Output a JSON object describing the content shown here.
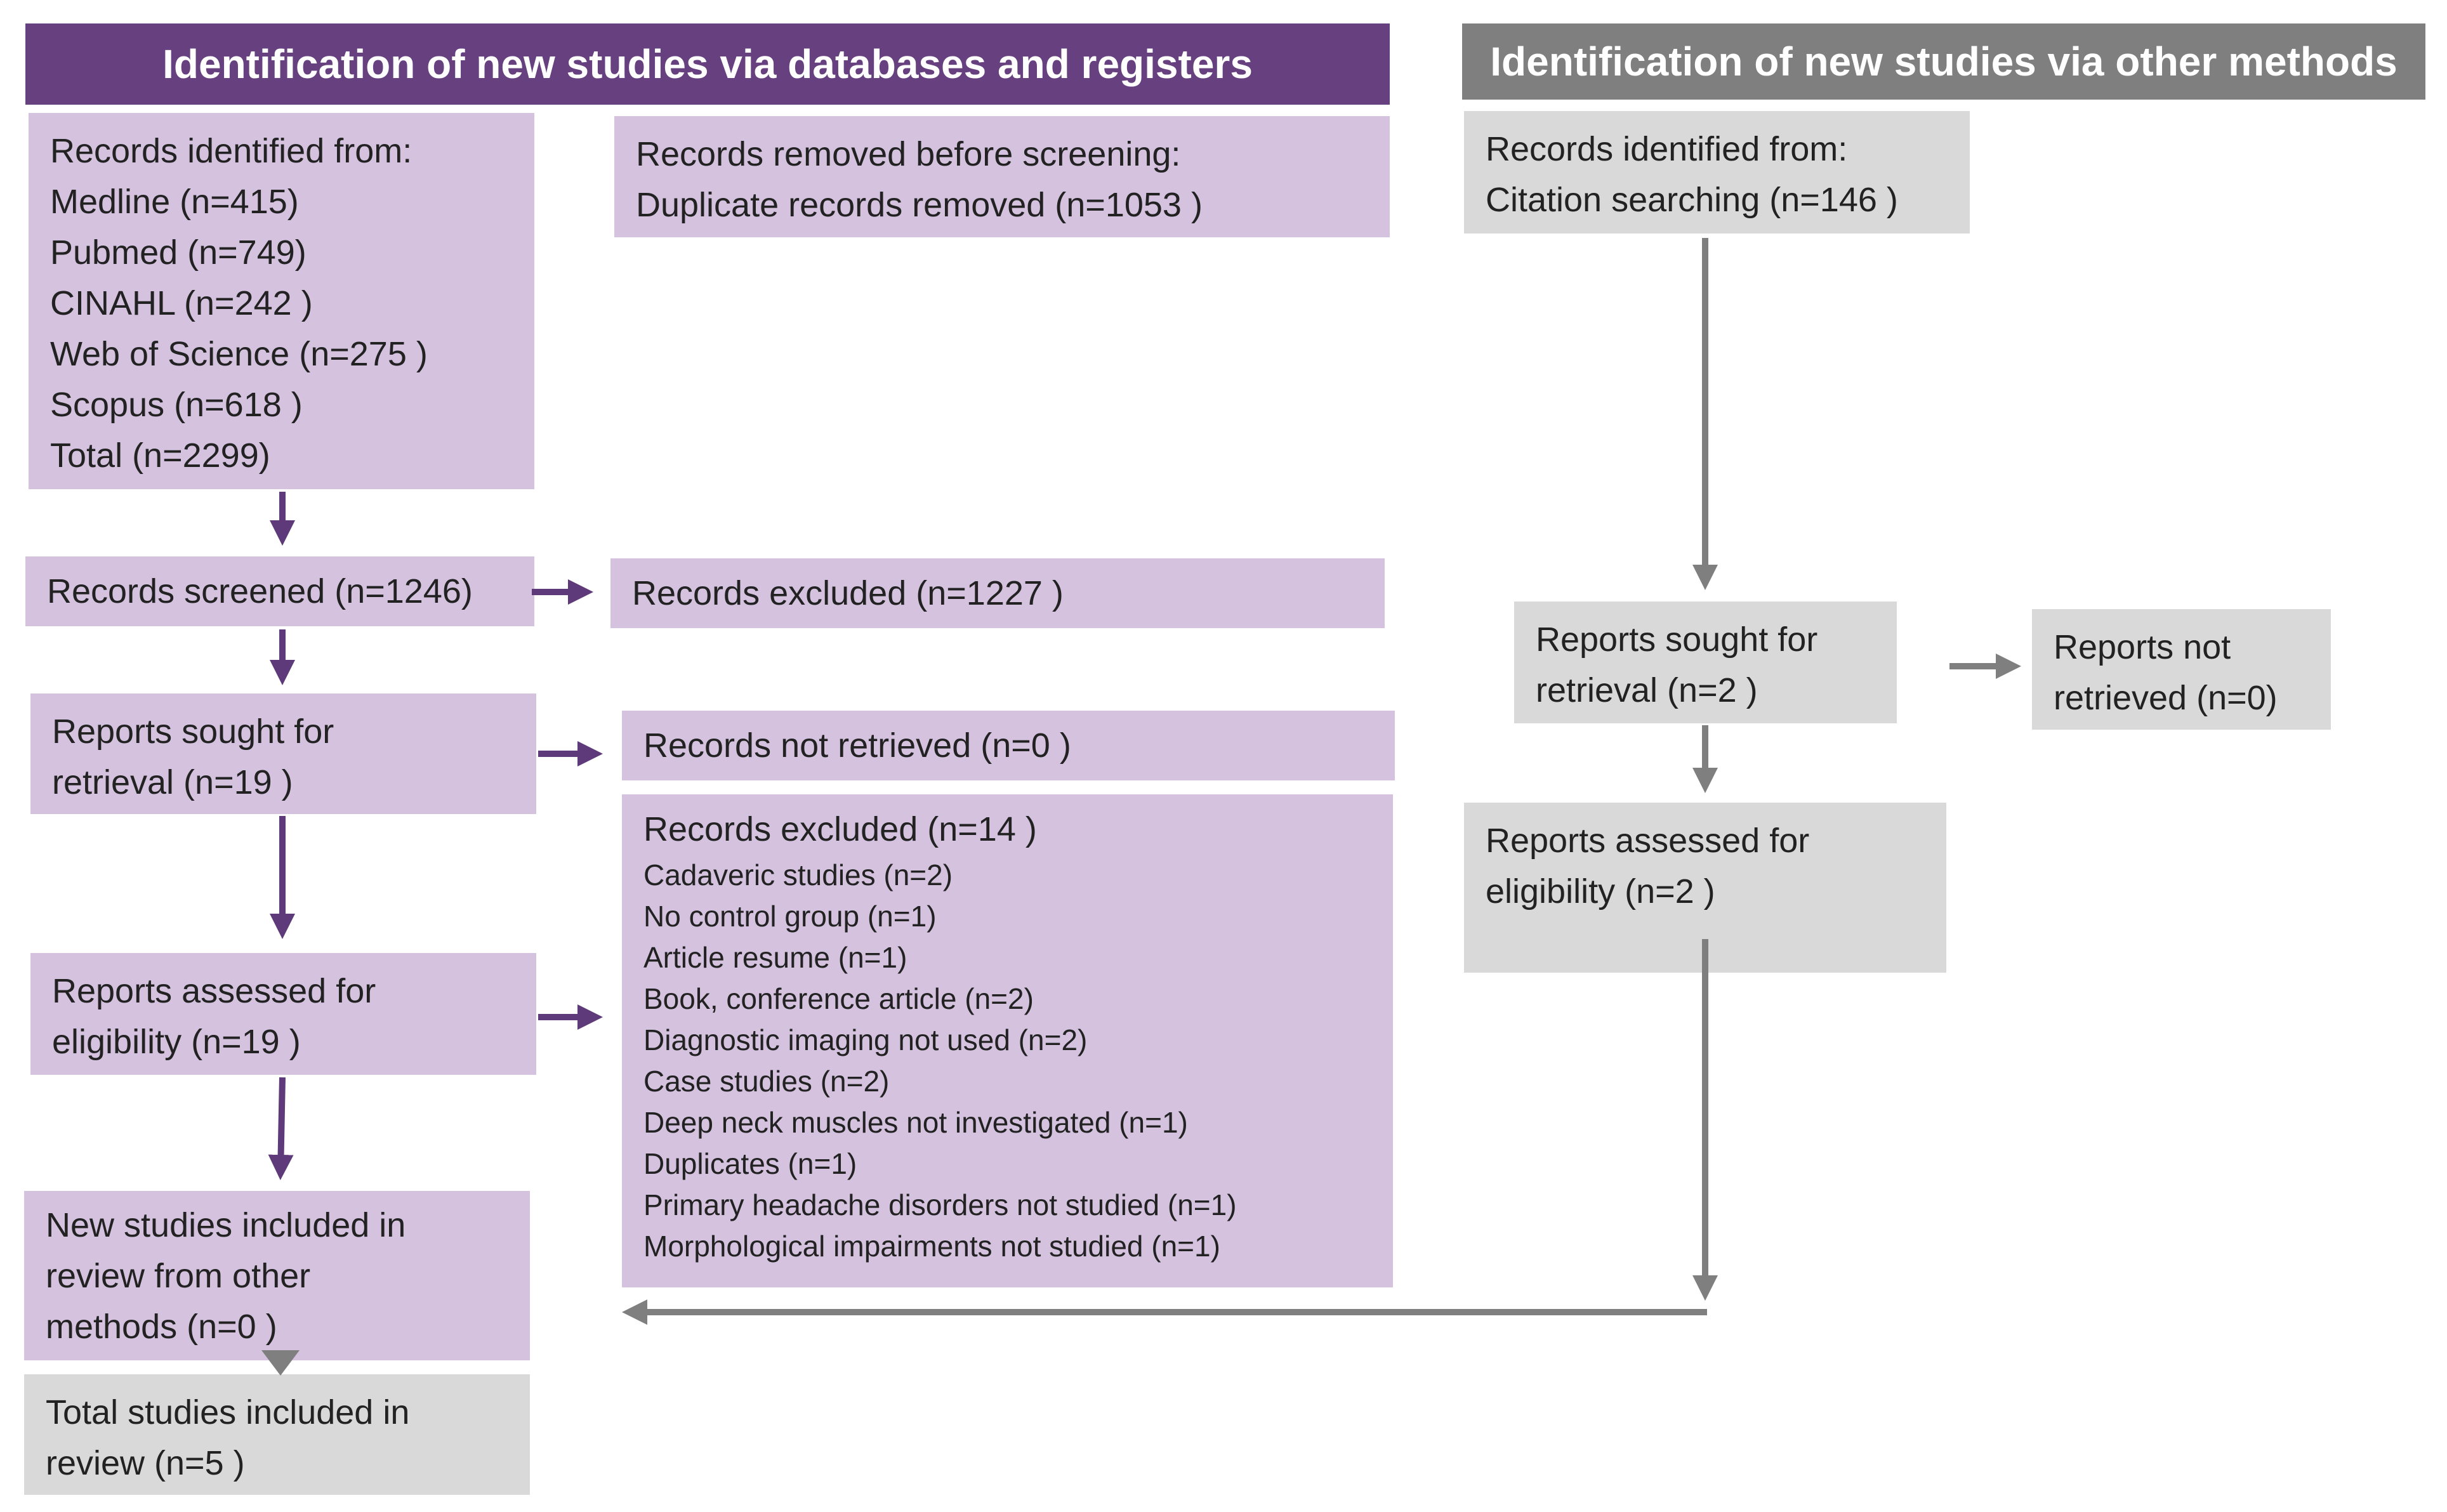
{
  "headers": {
    "databases": "Identification of new studies via databases and registers",
    "other": "Identification of new studies via other methods"
  },
  "db_identified": {
    "title": "Records identified  from:",
    "lines": [
      "Medline  (n=415)",
      "Pubmed  (n=749)",
      "CINAHL (n=242 )",
      "Web of Science  (n=275 )",
      "Scopus (n=618 )",
      "Total  (n=2299)"
    ]
  },
  "removed_before": {
    "lines": [
      "Records removed before screening:",
      "Duplicate  records removed  (n=1053 )"
    ]
  },
  "screened": "Records screened (n=1246)",
  "excluded_screen": "Records excluded  (n=1227  )",
  "sought_db": {
    "lines": [
      "Reports sought for",
      "retrieval  (n=19 )"
    ]
  },
  "not_retrieved_db": "Records not retrieved  (n=0 )",
  "excluded_eligibility": {
    "title": "Records excluded  (n=14 )",
    "reasons": [
      "Cadaveric studies (n=2)",
      "No control  group  (n=1)",
      "Article resume  (n=1)",
      "Book, conference article (n=2)",
      "Diagnostic imaging not used (n=2)",
      "Case studies (n=2)",
      "Deep neck muscles not investigated (n=1)",
      "Duplicates (n=1)",
      "Primary headache disorders not studied (n=1)",
      "Morphological impairments not studied (n=1)"
    ]
  },
  "assessed_db": {
    "lines": [
      "Reports assessed for",
      "eligibility  (n=19 )"
    ]
  },
  "new_included": {
    "lines": [
      "New studies included in",
      "review from other",
      "methods  (n=0 )"
    ]
  },
  "total_included": {
    "lines": [
      "Total studies included  in",
      "review  (n=5 )"
    ]
  },
  "other_identified": {
    "lines": [
      "Records identified  from:",
      "Citation  searching  (n=146 )"
    ]
  },
  "sought_other": {
    "lines": [
      "Reports sought for",
      "retrieval  (n=2 )"
    ]
  },
  "not_retrieved_other": {
    "lines": [
      "Reports not",
      "retrieved  (n=0)"
    ]
  },
  "assessed_other": {
    "lines": [
      "Reports assessed for",
      "eligibility  (n=2 )"
    ]
  },
  "colors": {
    "header_left": "#66407f",
    "header_right": "#7f7f7f",
    "box_purple": "#d4c2df",
    "box_gray": "#d9d9d9",
    "arrow_purple": "#5e3a7a",
    "arrow_gray": "#7f7f7f"
  }
}
